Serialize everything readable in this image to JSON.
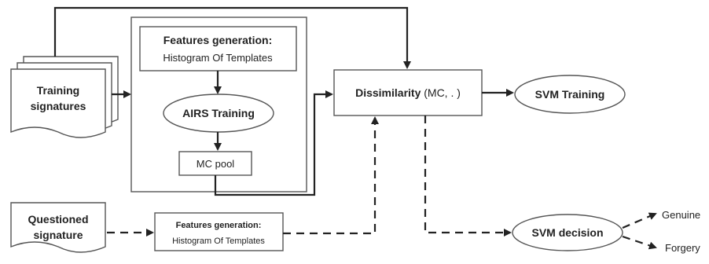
{
  "nodes": {
    "training_signatures": {
      "line1": "Training",
      "line2": "signatures"
    },
    "questioned_signature": {
      "line1": "Questioned",
      "line2": "signature"
    },
    "features_generation_top": {
      "title": "Features generation:",
      "subtitle": "Histogram Of Templates"
    },
    "airs_training": {
      "label": "AIRS Training"
    },
    "mc_pool": {
      "label": "MC pool"
    },
    "dissimilarity": {
      "label_bold": "Dissimilarity",
      "label_rest": " (MC, . )"
    },
    "svm_training": {
      "label": "SVM Training"
    },
    "features_generation_bottom": {
      "title": "Features generation:",
      "subtitle": "Histogram Of Templates"
    },
    "svm_decision": {
      "label": "SVM decision"
    },
    "outputs": {
      "genuine": "Genuine",
      "forgery": "Forgery"
    }
  },
  "colors": {
    "stroke": "#555555",
    "arrow": "#222222",
    "text": "#222222"
  }
}
